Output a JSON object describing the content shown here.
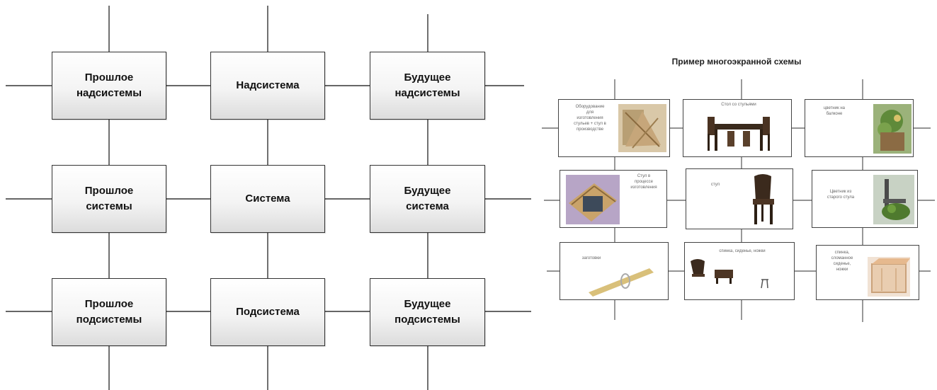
{
  "left_diagram": {
    "boxes": {
      "past_supersystem": "Прошлое\nнадсистемы",
      "supersystem": "Надсистема",
      "future_supersystem": "Будущее\nнадсистемы",
      "past_system": "Прошлое\nсистемы",
      "system": "Система",
      "future_system": "Будущее\nсистема",
      "past_subsystem": "Прошлое\nподсистемы",
      "subsystem": "Подсистема",
      "future_subsystem": "Будущее\nподсистемы"
    }
  },
  "example": {
    "title": "Пример многоэкранной схемы",
    "cards": {
      "c11": "Оборудование\nдля\nизготовления\nстульев + стул в\nпроизводстве",
      "c12": "Стол со стульями",
      "c13": "цветник на\nбалконе",
      "c21": "Стул в\nпроцессе\nизготовления",
      "c22": "стул",
      "c23": "Цветник из\nстарого стула",
      "c31": "заготовки",
      "c32": "спинка, сиденье, ножки",
      "c33": "спинка,\nсломанное\nсиденье,\nножки"
    }
  }
}
